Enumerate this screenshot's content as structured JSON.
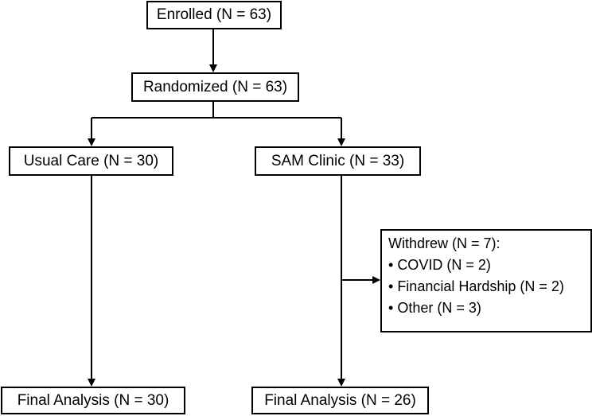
{
  "nodes": {
    "enrolled": "Enrolled (N = 63)",
    "randomized": "Randomized (N = 63)",
    "usual_care": "Usual Care (N = 30)",
    "sam_clinic": "SAM Clinic (N = 33)",
    "final_usual": "Final Analysis (N = 30)",
    "final_sam": "Final Analysis (N = 26)"
  },
  "withdrew": {
    "title": "Withdrew (N = 7):",
    "items": [
      "COVID (N = 2)",
      "Financial Hardship (N = 2)",
      "Other (N = 3)"
    ]
  },
  "colors": {
    "line": "#000000",
    "box_border": "#000000",
    "background": "#ffffff"
  }
}
